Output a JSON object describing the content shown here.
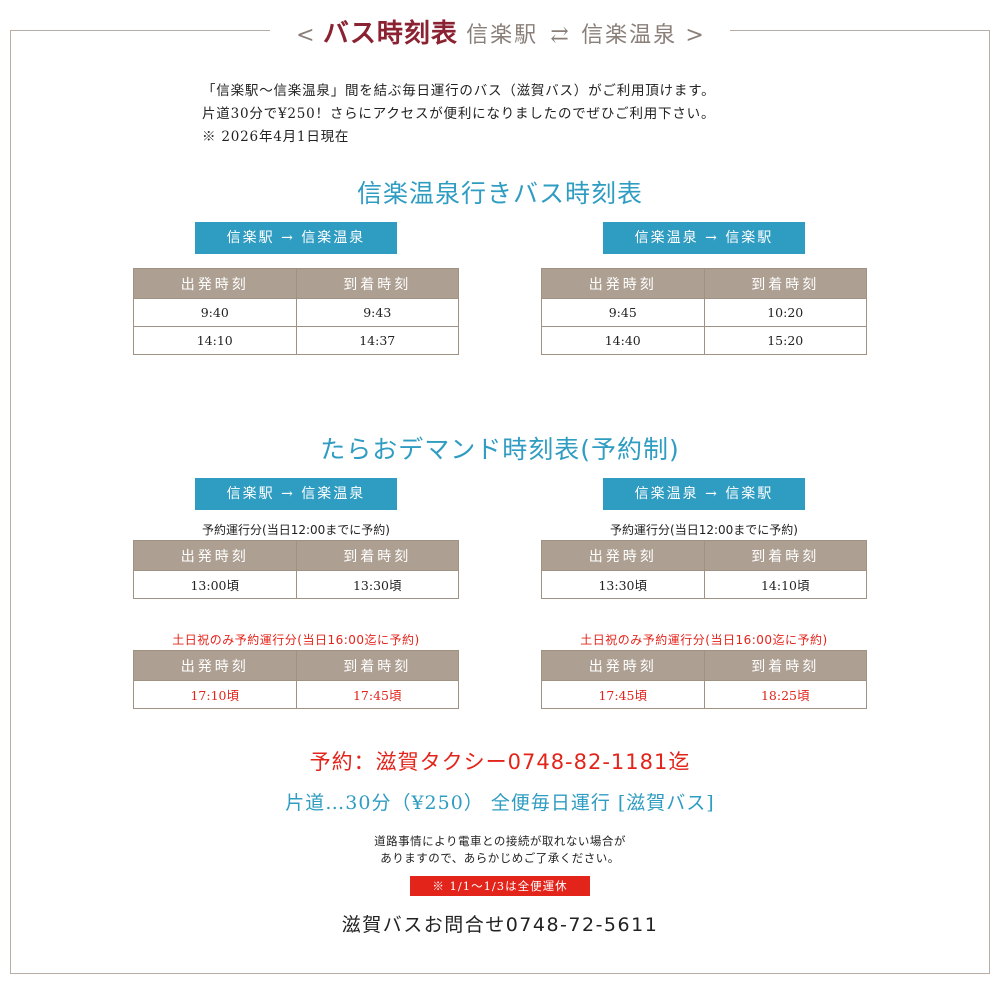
{
  "header": {
    "bracket_left": "<",
    "title": "バス時刻表",
    "origin": "信楽駅",
    "arrows": "⇄",
    "destination": "信楽温泉",
    "bracket_right": ">"
  },
  "intro": {
    "line1": "「信楽駅～信楽温泉」間を結ぶ毎日運行のバス（滋賀バス）がご利用頂けます。",
    "line2": "片道30分で¥250！さらにアクセスが便利になりましたのでぜひご利用下さい。",
    "line3": "※ 2026年4月1日現在"
  },
  "regular": {
    "heading": "信楽温泉行きバス時刻表",
    "left": {
      "direction": "信楽駅 → 信楽温泉",
      "headers": [
        "出発時刻",
        "到着時刻"
      ],
      "rows": [
        [
          "9:40",
          "9:43"
        ],
        [
          "14:10",
          "14:37"
        ]
      ]
    },
    "right": {
      "direction": "信楽温泉 → 信楽駅",
      "headers": [
        "出発時刻",
        "到着時刻"
      ],
      "rows": [
        [
          "9:45",
          "10:20"
        ],
        [
          "14:40",
          "15:20"
        ]
      ]
    }
  },
  "demand": {
    "heading": "たらおデマンド時刻表(予約制)",
    "left": {
      "direction": "信楽駅 → 信楽温泉",
      "caption": "予約運行分(当日12:00までに予約)",
      "headers": [
        "出発時刻",
        "到着時刻"
      ],
      "rows": [
        [
          "13:00頃",
          "13:30頃"
        ]
      ],
      "weekend_caption": "土日祝のみ予約運行分(当日16:00迄に予約)",
      "weekend_headers": [
        "出発時刻",
        "到着時刻"
      ],
      "weekend_rows": [
        [
          "17:10頃",
          "17:45頃"
        ]
      ]
    },
    "right": {
      "direction": "信楽温泉 → 信楽駅",
      "caption": "予約運行分(当日12:00までに予約)",
      "headers": [
        "出発時刻",
        "到着時刻"
      ],
      "rows": [
        [
          "13:30頃",
          "14:10頃"
        ]
      ],
      "weekend_caption": "土日祝のみ予約運行分(当日16:00迄に予約)",
      "weekend_headers": [
        "出発時刻",
        "到着時刻"
      ],
      "weekend_rows": [
        [
          "17:45頃",
          "18:25頃"
        ]
      ]
    }
  },
  "footer": {
    "reservation": "予約：滋賀タクシー0748-82-1181迄",
    "fare": "片道…30分（¥250） 全便毎日運行 [滋賀バス]",
    "note_line1": "道路事情により電車との接続が取れない場合が",
    "note_line2": "ありますので、あらかじめご了承ください。",
    "holiday": "※ 1/1～1/3は全便運休",
    "contact": "滋賀バスお問合せ0748-72-5611"
  },
  "colors": {
    "accent_blue": "#2f9cc2",
    "title_red": "#8b2232",
    "alert_red": "#e3241b",
    "table_header": "#ad9f91",
    "border": "#b8ada4"
  }
}
